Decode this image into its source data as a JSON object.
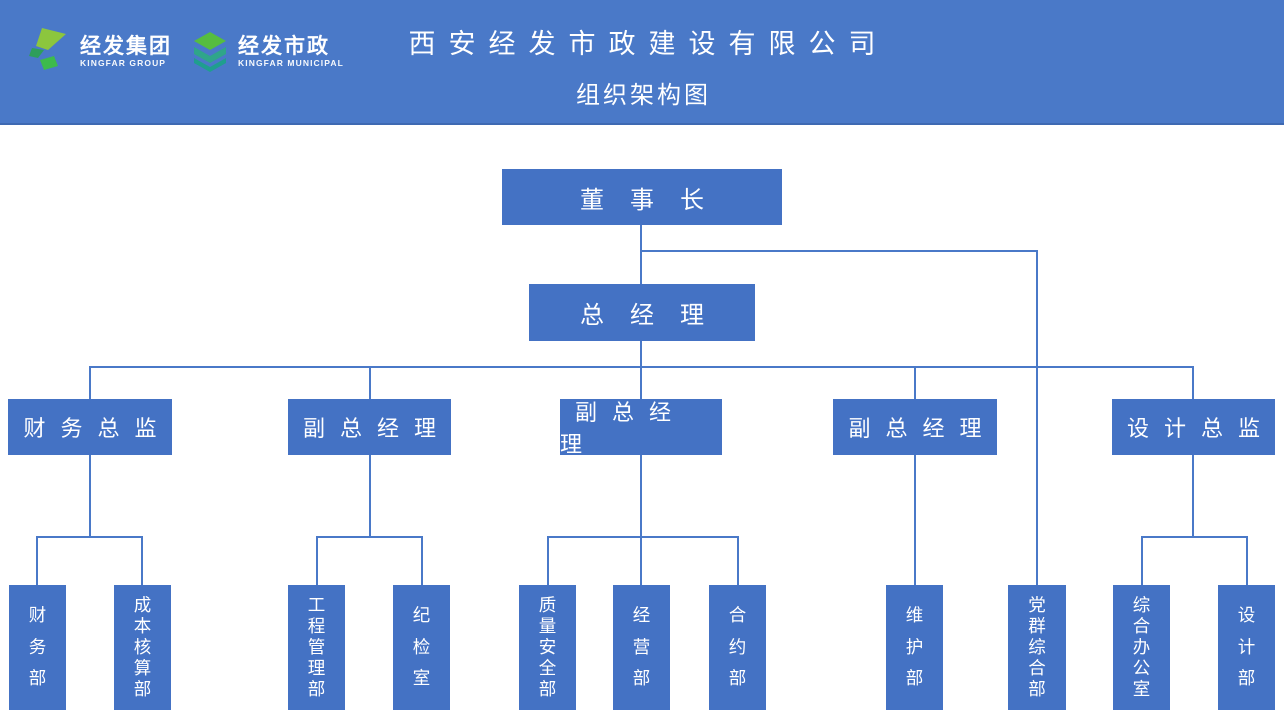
{
  "header": {
    "title": "西安经发市政建设有限公司",
    "subtitle": "组织架构图",
    "logos": [
      {
        "name": "经发集团",
        "name_en": "KINGFAR GROUP"
      },
      {
        "name": "经发市政",
        "name_en": "KINGFAR MUNICIPAL"
      }
    ]
  },
  "colors": {
    "banner_blue": "#4a79c8",
    "banner_border": "#3e69b2",
    "node_blue": "#4472c4",
    "line_blue": "#4a79c8",
    "text_white": "#ffffff",
    "logo_light_green": "#8cc63e",
    "logo_green": "#3dbb4c",
    "logo_teal": "#1f9e8e"
  },
  "org": {
    "chairman": {
      "label": "董事长"
    },
    "general_manager": {
      "label": "总经理"
    },
    "executives": [
      {
        "label": "财务总监"
      },
      {
        "label": "副总经理"
      },
      {
        "label": "副总经理"
      },
      {
        "label": "副总经理"
      },
      {
        "label": "设计总监"
      }
    ],
    "departments": [
      {
        "label": "财务部"
      },
      {
        "label": "成本核算部"
      },
      {
        "label": "工程管理部"
      },
      {
        "label": "纪检室"
      },
      {
        "label": "质量安全部"
      },
      {
        "label": "经营部"
      },
      {
        "label": "合约部"
      },
      {
        "label": "维护部"
      },
      {
        "label": "党群综合部"
      },
      {
        "label": "综合办公室"
      },
      {
        "label": "设计部"
      }
    ]
  }
}
